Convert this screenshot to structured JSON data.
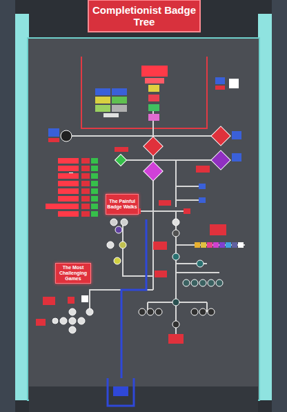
{
  "diagram": {
    "title": "Completionist Badge Tree",
    "nodes": [
      {
        "text": [
          "The Painful Badge Walks"
        ]
      },
      {
        "text": [
          "The Most Challenging Games"
        ]
      }
    ]
  }
}
